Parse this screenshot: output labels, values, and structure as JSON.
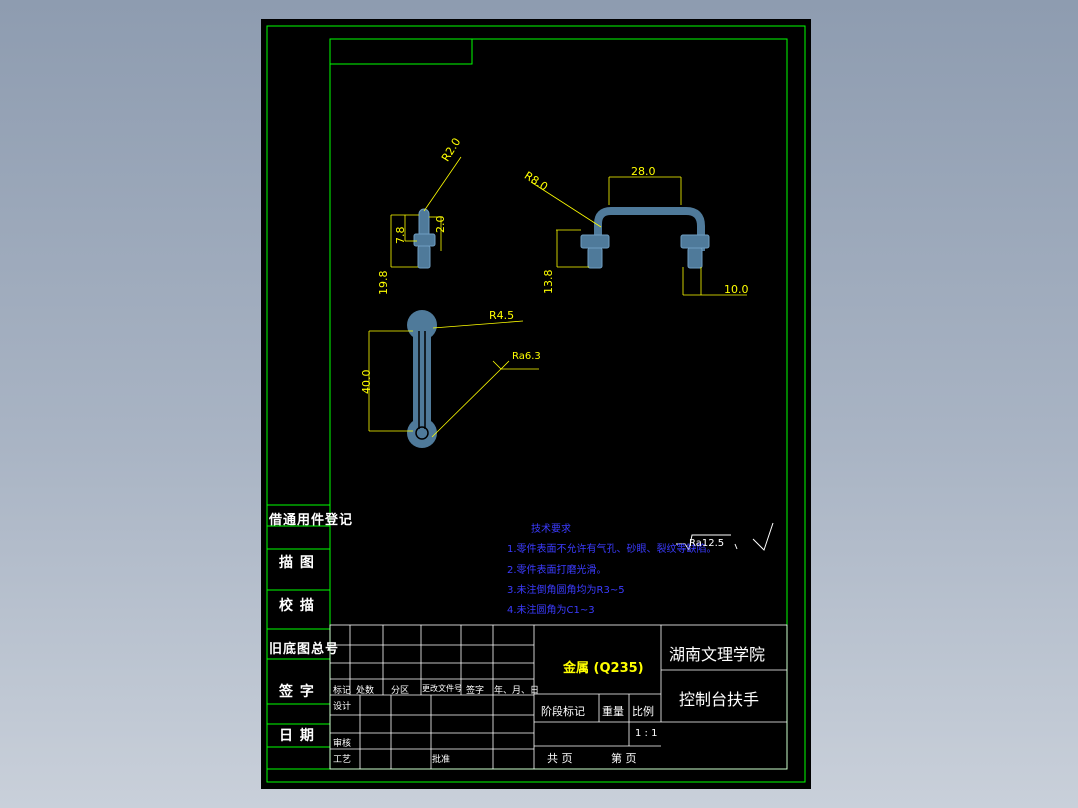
{
  "dimensions": {
    "side_r": "R2.0",
    "side_h1": "7.8",
    "side_h2": "2.0",
    "side_h3": "19.8",
    "front_r": "R8.0",
    "front_w": "28.0",
    "front_h": "13.8",
    "front_w2": "10.0",
    "top_r": "R4.5",
    "top_len": "40.0",
    "top_rough": "Ra6.3"
  },
  "notes": {
    "title": "技术要求",
    "items": [
      "1.零件表面不允许有气孔、砂眼、裂纹等缺陷。",
      "2.零件表面打磨光滑。",
      "3.未注倒角圆角均为R3~5",
      "4.未注圆角为C1~3"
    ],
    "general_roughness": "Ra12.5"
  },
  "side_labels": [
    "借通用件登记",
    "描 图",
    "校 描",
    "旧底图总号",
    "签 字",
    "日 期"
  ],
  "title_block": {
    "material": "金属 (Q235)",
    "school": "湖南文理学院",
    "part_name": "控制台扶手",
    "stage_mark": "阶段标记",
    "weight": "重量",
    "scale_label": "比例",
    "scale_value": "1 : 1",
    "total": "共    页",
    "page": "第    页",
    "rev_headers": [
      "标记",
      "处数",
      "分区",
      "更改文件号",
      "签字",
      "年、月、日"
    ],
    "design": "设计",
    "review": "审核",
    "process": "工艺",
    "approve": "批准"
  },
  "colors": {
    "frame": "#00ff00",
    "part_fill": "#4f7a9a",
    "dimension": "#ffff00",
    "notes": "#3b3bff",
    "table_lines": "#ffffff"
  }
}
